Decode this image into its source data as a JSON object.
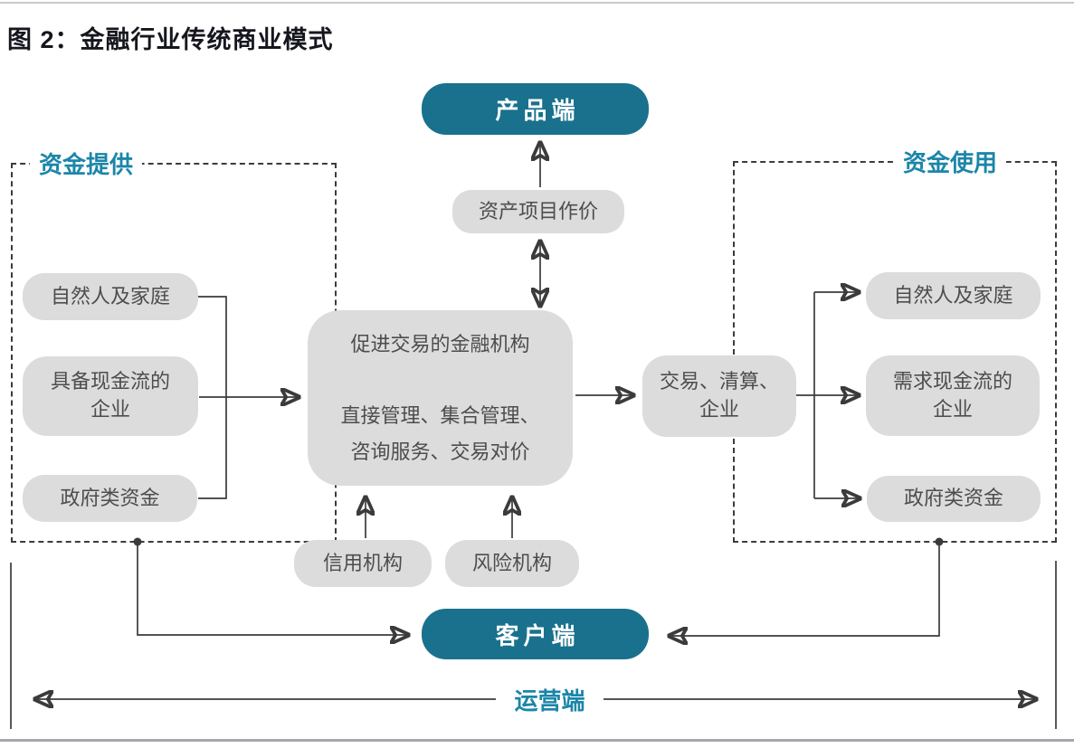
{
  "page": {
    "title": "图 2：金融行业传统商业模式"
  },
  "colors": {
    "teal_fill": "#19718d",
    "teal_text": "#1b86a8",
    "node_fill": "#dcdcdc",
    "node_text": "#4d4d4d",
    "line": "#3b3b3b"
  },
  "top": {
    "product_end": "产品端",
    "asset_pricing": "资产项目作价"
  },
  "center": {
    "institution": "促进交易的金融机构\n\n直接管理、集合管理、\n咨询服务、交易对价",
    "trade_clearing": "交易、清算、\n企业",
    "credit_agency": "信用机构",
    "risk_agency": "风险机构"
  },
  "fund_supply": {
    "label": "资金提供",
    "items": [
      {
        "label": "自然人及家庭"
      },
      {
        "label": "具备现金流的\n企业"
      },
      {
        "label": "政府类资金"
      }
    ]
  },
  "fund_use": {
    "label": "资金使用",
    "items": [
      {
        "label": "自然人及家庭"
      },
      {
        "label": "需求现金流的\n企业"
      },
      {
        "label": "政府类资金"
      }
    ]
  },
  "bottom": {
    "client_end": "客户端",
    "operation_end": "运营端"
  }
}
